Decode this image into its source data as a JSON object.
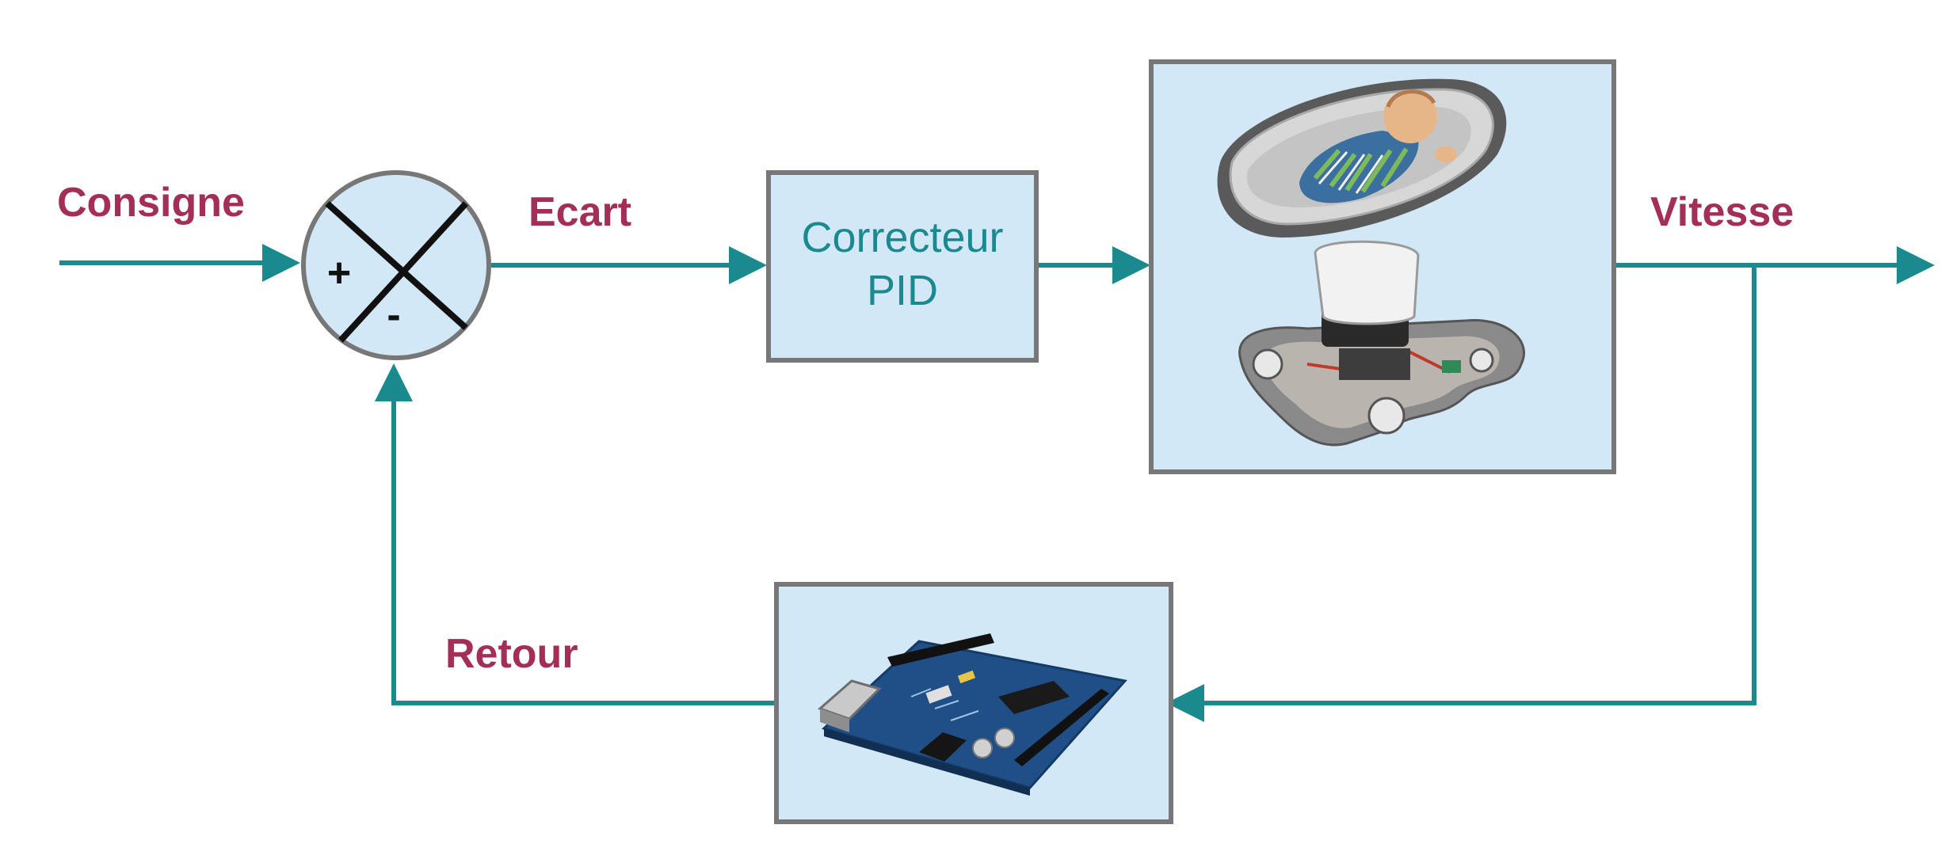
{
  "colors": {
    "arrow": "#1a8a8f",
    "label": "#a32e56",
    "block_fill": "#d3e8f6",
    "block_border": "#777777",
    "block_text": "#1a8a8f",
    "cross": "#111111"
  },
  "labels": {
    "consigne": "Consigne",
    "ecart": "Ecart",
    "vitesse": "Vitesse",
    "retour": "Retour"
  },
  "comparator": {
    "plus": "+",
    "minus": "-"
  },
  "controller": {
    "line1": "Correcteur",
    "line2": "PID"
  },
  "plant": {
    "image": "baby-swing-with-motor-base"
  },
  "sensor": {
    "image": "arduino-board"
  }
}
